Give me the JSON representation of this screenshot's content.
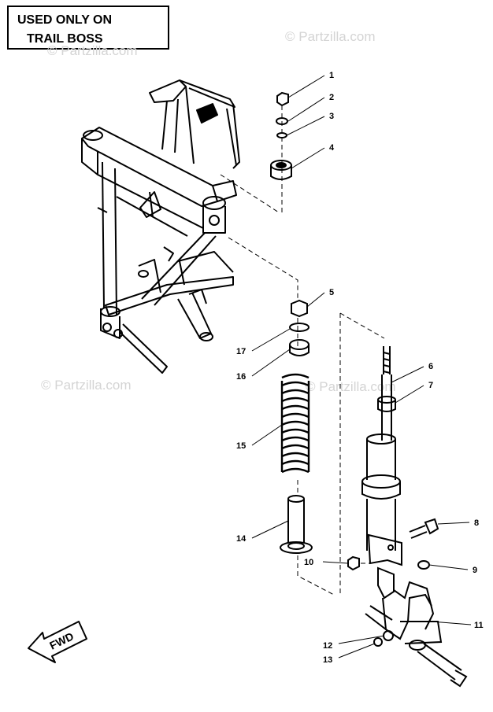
{
  "notice": {
    "line1": "USED ONLY ON",
    "line2": "TRAIL BOSS"
  },
  "watermark": "© Partzilla.com",
  "direction_label": "FWD",
  "callouts": [
    {
      "id": "1",
      "label": "1"
    },
    {
      "id": "2",
      "label": "2"
    },
    {
      "id": "3",
      "label": "3"
    },
    {
      "id": "4",
      "label": "4"
    },
    {
      "id": "5",
      "label": "5"
    },
    {
      "id": "6",
      "label": "6"
    },
    {
      "id": "7",
      "label": "7"
    },
    {
      "id": "8",
      "label": "8"
    },
    {
      "id": "9",
      "label": "9"
    },
    {
      "id": "10",
      "label": "10"
    },
    {
      "id": "11",
      "label": "11"
    },
    {
      "id": "12",
      "label": "12"
    },
    {
      "id": "13",
      "label": "13"
    },
    {
      "id": "14",
      "label": "14"
    },
    {
      "id": "15",
      "label": "15"
    },
    {
      "id": "16",
      "label": "16"
    },
    {
      "id": "17",
      "label": "17"
    }
  ]
}
